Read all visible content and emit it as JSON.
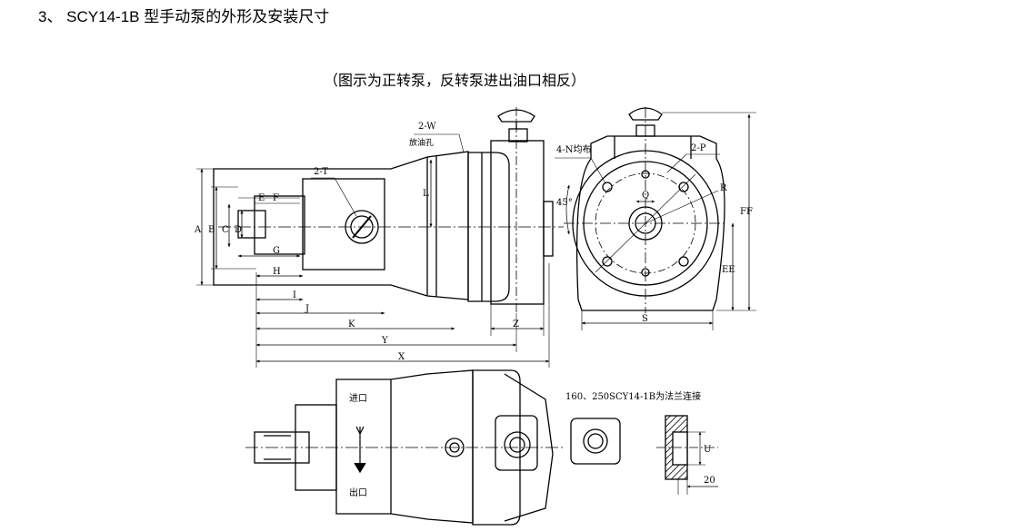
{
  "document": {
    "heading": "3、 SCY14-1B 型手动泵的外形及安装尺寸",
    "caption": "（图示为正转泵，反转泵进出油口相反）"
  },
  "labels": {
    "two_w": "2-W",
    "drain": "放油孔",
    "two_t": "2-T",
    "four_n": "4-N均布",
    "two_p": "2-P",
    "r": "R",
    "q": "Q",
    "angle": "45°",
    "ff": "FF",
    "ee": "EE",
    "s": "S",
    "a": "A",
    "b": "B",
    "c": "C",
    "d": "D",
    "e": "E",
    "f": "F",
    "g": "G",
    "h": "H",
    "i": "I",
    "j": "J",
    "k": "K",
    "l": "L",
    "y": "Y",
    "x": "X",
    "z": "Z",
    "inlet": "进口",
    "outlet": "出口",
    "flange_note": "160、250SCY14-1B为法兰连接",
    "u": "U",
    "twenty": "20"
  },
  "colors": {
    "line": "#000000",
    "background": "#ffffff",
    "hatch": "#000000"
  }
}
